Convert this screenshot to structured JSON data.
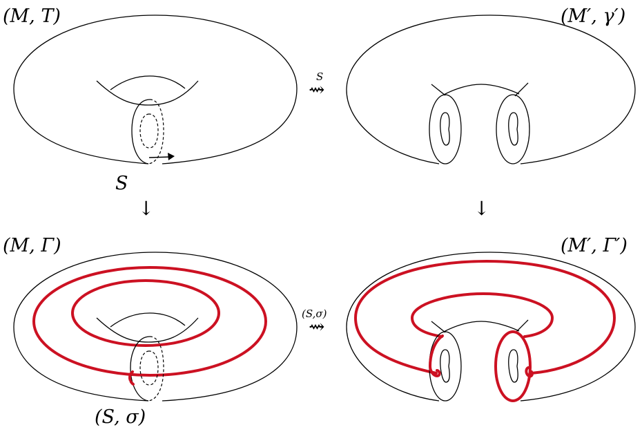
{
  "labels": {
    "top_left": "(M, T)",
    "top_right": "(M′, γ′)",
    "bottom_left": "(M, Γ)",
    "bottom_right": "(M′, Γ′)",
    "surface_top": "S",
    "surface_bottom": "(S, σ)",
    "arrow_top_label": "S",
    "arrow_bottom_label": "(S,σ)",
    "arrow_top_glyph": "⇝",
    "arrow_bottom_glyph": "⇝",
    "down_arrow_left": "↓",
    "down_arrow_right": "↓"
  },
  "colors": {
    "curve_red": "#cc1122",
    "line_black": "#000000"
  }
}
